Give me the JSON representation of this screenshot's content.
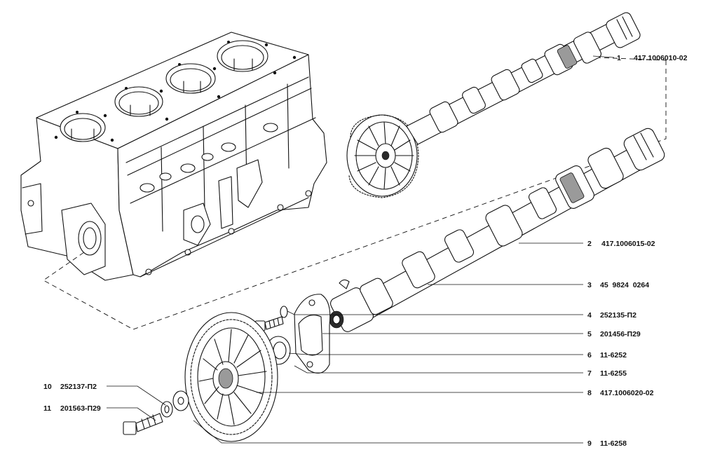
{
  "callouts": [
    {
      "num": "1",
      "part": "417.1006010-02"
    },
    {
      "num": "2",
      "part": "417.1006015-02"
    },
    {
      "num": "3",
      "part": "45  9824  0264"
    },
    {
      "num": "4",
      "part": "252135-П2"
    },
    {
      "num": "5",
      "part": "201456-П29"
    },
    {
      "num": "6",
      "part": "11-6252"
    },
    {
      "num": "7",
      "part": "11-6255"
    },
    {
      "num": "8",
      "part": "417.1006020-02"
    },
    {
      "num": "9",
      "part": "11-6258"
    },
    {
      "num": "10",
      "part": "252137-П2"
    },
    {
      "num": "11",
      "part": "201563-П29"
    }
  ]
}
